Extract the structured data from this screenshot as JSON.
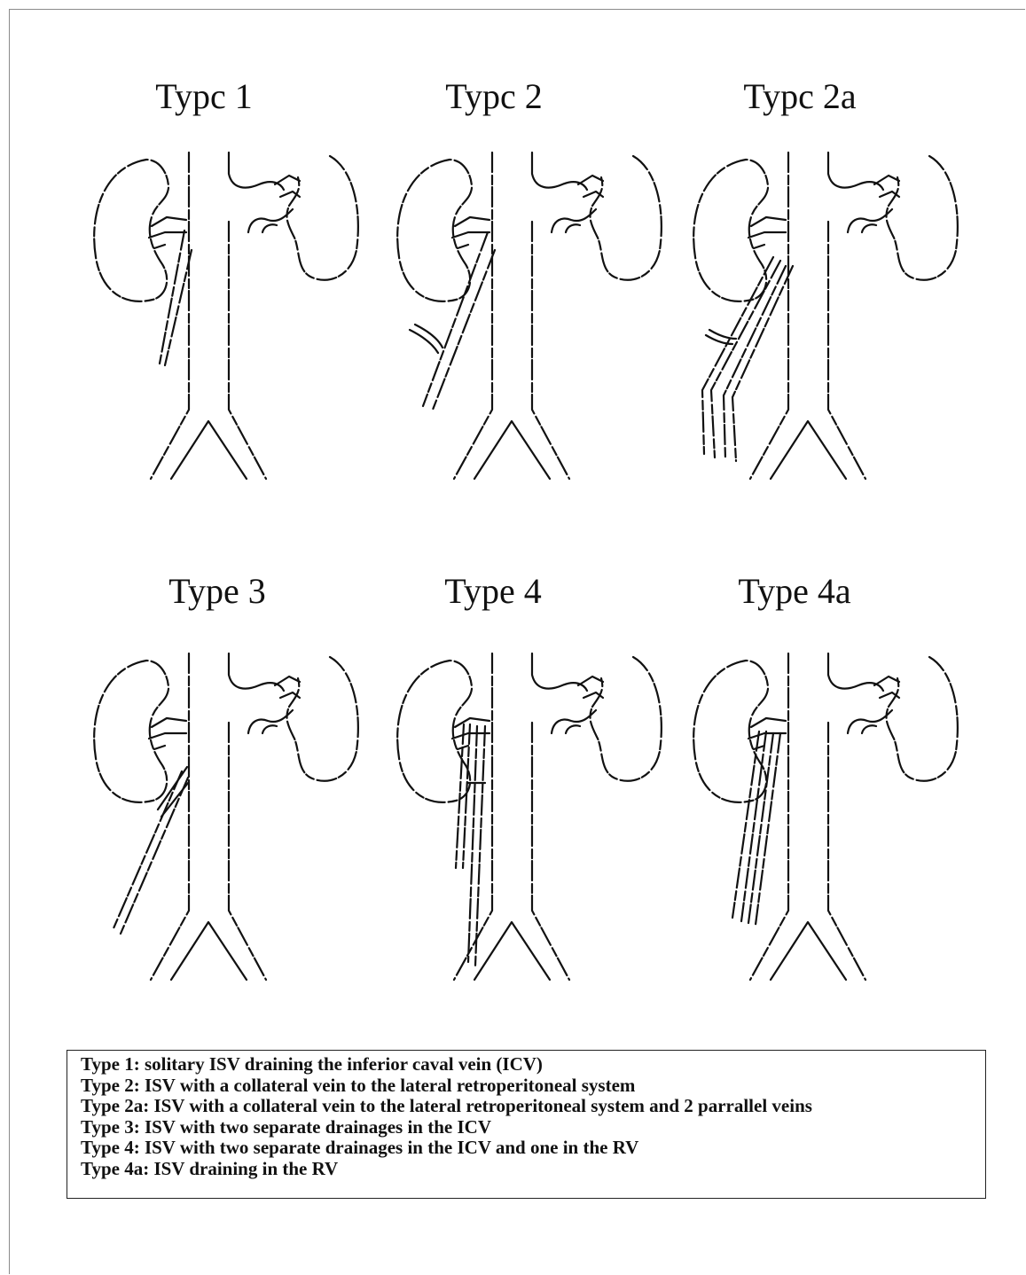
{
  "panels": [
    {
      "id": "type1",
      "title": "Typc 1",
      "variant": "single"
    },
    {
      "id": "type2",
      "title": "Typc 2",
      "variant": "collateral"
    },
    {
      "id": "type2a",
      "title": "Typc 2a",
      "variant": "collateral-parallel"
    },
    {
      "id": "type3",
      "title": "Type 3",
      "variant": "two-drainages"
    },
    {
      "id": "type4",
      "title": "Type 4",
      "variant": "two-drainages-rv"
    },
    {
      "id": "type4a",
      "title": "Type 4a",
      "variant": "rv-only"
    }
  ],
  "legend": [
    "Type 1: solitary ISV draining the inferior caval vein (ICV)",
    "Type 2: ISV with a collateral vein to the lateral retroperitoneal system",
    "Type 2a: ISV with a collateral vein to the lateral retroperitoneal system and 2 parrallel veins",
    "Type 3: ISV with two separate drainages in the ICV",
    "Type 4: ISV with two separate drainages in the ICV and one in the RV",
    "Type 4a: ISV draining in the RV"
  ],
  "colors": {
    "line": "#111111",
    "background": "#ffffff",
    "frame": "#8a8a8a"
  }
}
